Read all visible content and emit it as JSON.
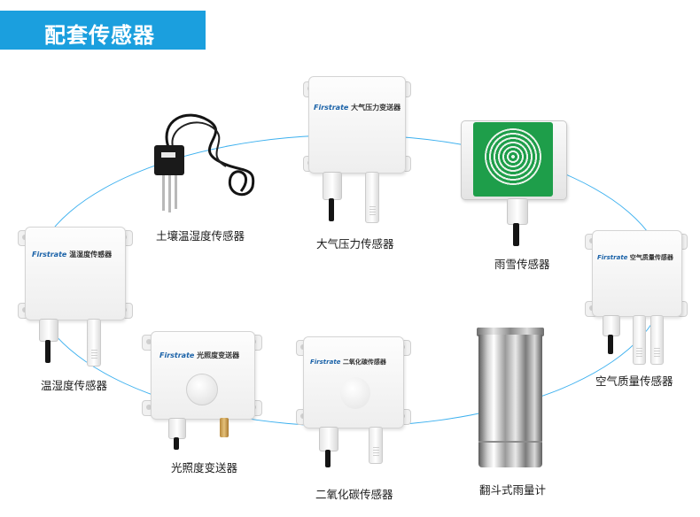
{
  "header": {
    "title": "配套传感器"
  },
  "sensors": {
    "pressure": {
      "caption": "大气压力传感器",
      "brand": "Firstrate",
      "label": "大气压力变送器"
    },
    "rain": {
      "caption": "雨雪传感器"
    },
    "soil": {
      "caption": "土壤温湿度传感器"
    },
    "temp": {
      "caption": "温湿度传感器",
      "brand": "Firstrate",
      "label": "温湿度传感器"
    },
    "air": {
      "caption": "空气质量传感器",
      "brand": "Firstrate",
      "label": "空气质量传感器"
    },
    "light": {
      "caption": "光照度变送器",
      "brand": "Firstrate",
      "label": "光照度变送器"
    },
    "co2": {
      "caption": "二氧化碳传感器",
      "brand": "Firstrate",
      "label": "二氧化碳传感器"
    },
    "gauge": {
      "caption": "翻斗式雨量计"
    }
  },
  "colors": {
    "accent": "#1b9fde",
    "ring": "#3eb1ef",
    "rain_board": "#1e9e4a"
  }
}
